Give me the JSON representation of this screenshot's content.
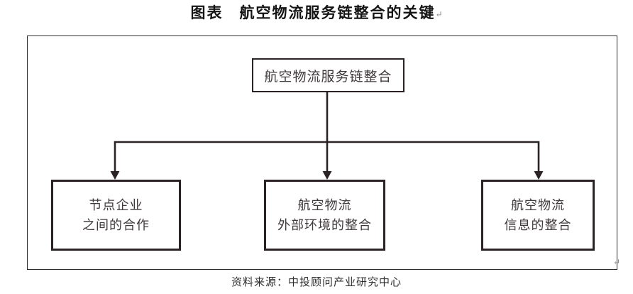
{
  "title": "图表　航空物流服务链整合的关键",
  "marks": {
    "return": "↵"
  },
  "colors": {
    "line": "#2a2224",
    "box_text": "#403a3b",
    "title_text": "#141414",
    "source_text": "#2e2e2e"
  },
  "diagram": {
    "root_label": "航空物流服务链整合",
    "children": [
      {
        "line1": "节点企业",
        "line2": "之间的合作"
      },
      {
        "line1": "航空物流",
        "line2": "外部环境的整合"
      },
      {
        "line1": "航空物流",
        "line2": "信息的整合"
      }
    ]
  },
  "source": "资料来源：中投顾问产业研究中心"
}
